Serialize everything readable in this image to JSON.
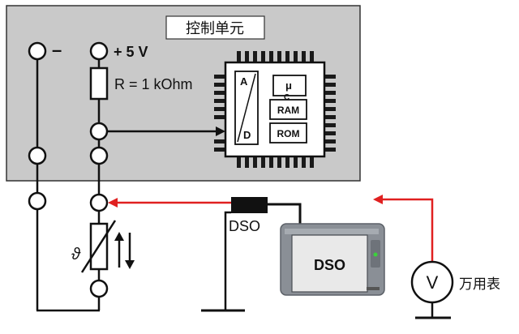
{
  "control_unit": {
    "title": "控制单元"
  },
  "supply": {
    "minus": "–",
    "plus": "+ 5 V"
  },
  "resistor": {
    "label": "R = 1 kOhm"
  },
  "mcu": {
    "ad_a": "A",
    "ad_d": "D",
    "micro": "μ",
    "micro_sub": "C",
    "ram": "RAM",
    "rom": "ROM"
  },
  "probe": {
    "label": "DSO"
  },
  "dso_device": {
    "screen_label": "DSO"
  },
  "meter": {
    "symbol": "V",
    "label": "万用表"
  },
  "colors": {
    "panel": "#c9c9c9",
    "wire": "#111111",
    "signal": "#e02020",
    "device": "#8a8f96",
    "screen": "#e9e9e9"
  }
}
